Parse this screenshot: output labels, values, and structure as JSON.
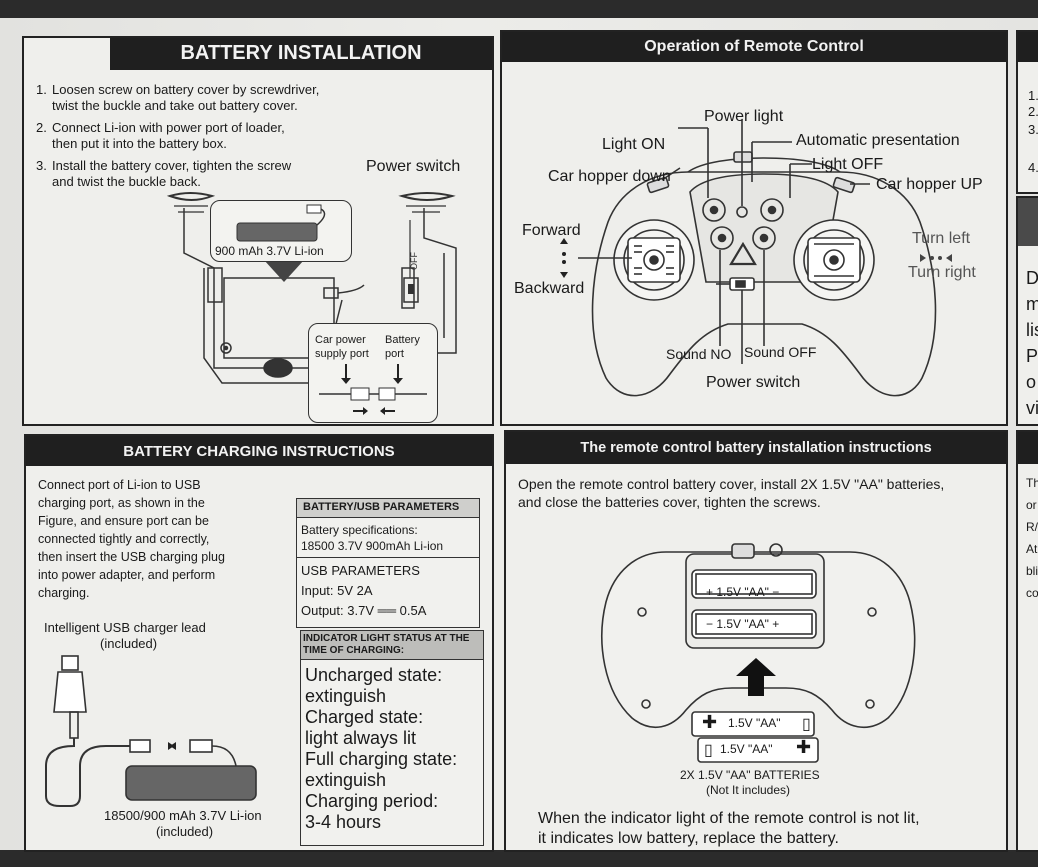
{
  "battery_installation": {
    "title": "BATTERY INSTALLATION",
    "steps": [
      {
        "num": "1.",
        "line1": "Loosen screw on battery cover by screwdriver,",
        "line2": "twist the buckle and take out battery cover."
      },
      {
        "num": "2.",
        "line1": "Connect Li-ion  with power port of loader,",
        "line2": "then put it into the battery box."
      },
      {
        "num": "3.",
        "line1": "Install the battery cover, tighten the screw",
        "line2": "and twist the buckle back."
      }
    ],
    "power_switch": "Power switch",
    "battery_label": "900 mAh 3.7V Li-ion",
    "off_label": "OFF",
    "car_power_port": {
      "line1": "Car power",
      "line2": "supply port"
    },
    "battery_port": {
      "line1": "Battery",
      "line2": "port"
    }
  },
  "remote_operation": {
    "title": "Operation of Remote Control",
    "labels": {
      "power_light": "Power light",
      "light_on": "Light ON",
      "automatic_presentation": "Automatic presentation",
      "light_off": "Light OFF",
      "car_hopper_down": "Car hopper down",
      "car_hopper_up": "Car hopper UP",
      "forward": "Forward",
      "backward": "Backward",
      "turn_left": "Turn left",
      "turn_right": "Turn right",
      "sound_no": "Sound NO",
      "sound_off": "Sound OFF",
      "power_switch": "Power switch"
    }
  },
  "battery_charging": {
    "title": "BATTERY CHARGING INSTRUCTIONS",
    "intro_lines": [
      "Connect port of Li-ion to USB",
      "charging port, as shown in the",
      "Figure, and ensure port can be",
      "connected tightly and correctly,",
      "then insert the USB charging plug",
      "into power adapter, and perform",
      "charging."
    ],
    "usb_lead": {
      "line1": "Intelligent USB charger lead",
      "line2": "(included)"
    },
    "battery": {
      "line1": "18500/900 mAh 3.7V Li-ion",
      "line2": "(included)"
    },
    "params": {
      "title": "BATTERY/USB PARAMETERS",
      "spec_line1": "Battery specifications:",
      "spec_line2": "18500 3.7V 900mAh Li-ion",
      "usb_title": "USB PARAMETERS",
      "input": "Input: 5V  2A",
      "output": "Output: 3.7V ══ 0.5A"
    },
    "indicator": {
      "title_line1": "INDICATOR LIGHT STATUS AT THE",
      "title_line2": "TIME OF CHARGING:",
      "lines": [
        "Uncharged state:",
        "extinguish",
        "Charged state:",
        "light always lit",
        "Full charging state:",
        "extinguish",
        "Charging period:",
        "3-4 hours"
      ]
    }
  },
  "remote_battery": {
    "title": "The remote control battery installation instructions",
    "intro_line1": "Open the remote control battery cover, install 2X 1.5V \"AA\" batteries,",
    "intro_line2": "and close the batteries cover, tighten the screws.",
    "cell_top": "+  1.5V \"AA\"  −",
    "cell_bottom": "−  1.5V \"AA\"  +",
    "loose_top": "1.5V \"AA\"",
    "loose_bottom": "1.5V \"AA\"",
    "caption_line1": "2X 1.5V \"AA\" BATTERIES",
    "caption_line2": "(Not It includes)",
    "warning_line1": "When the indicator light of the remote control is not lit,",
    "warning_line2": "it indicates low battery, replace the battery."
  },
  "edge_panel": {
    "numbers": [
      "1.",
      "2.",
      "3.",
      "4."
    ],
    "letters": [
      "D",
      "m",
      "lis",
      "P",
      "o",
      "vi"
    ],
    "lower_letters": [
      "Th",
      "or",
      "R/",
      "At",
      "bli",
      "co"
    ]
  }
}
